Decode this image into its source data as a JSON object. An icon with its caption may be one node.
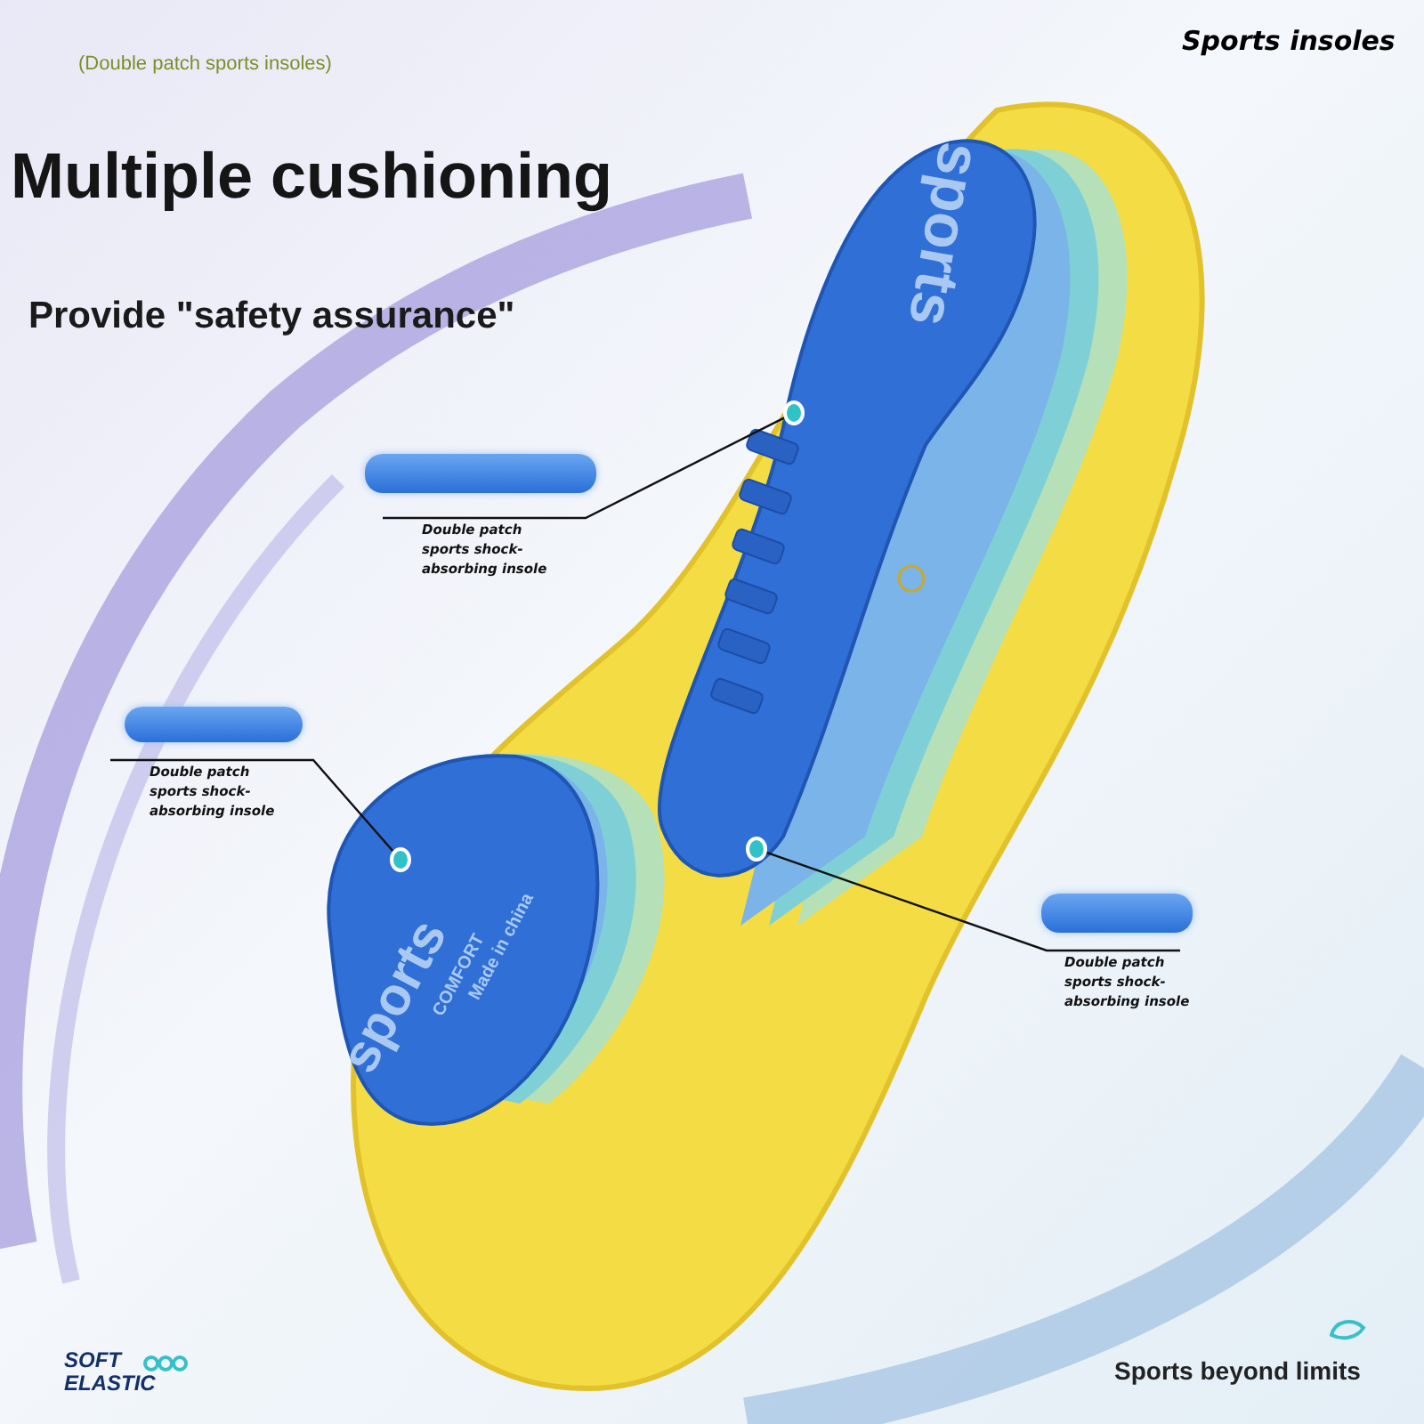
{
  "diagram": {
    "title": "Multiple cushioning",
    "nodes": [
      {
        "text": [
          "Double patch sports shock-absorbing insole"
        ]
      },
      {
        "text": [],
        "shape": "circle"
      },
      {
        "text": [
          "Double patch sports shock-absorbing insole"
        ]
      },
      {
        "text": [],
        "shape": "circle"
      },
      {
        "text": [
          "Double patch sports shock-absorbing insole"
        ]
      },
      {
        "text": [],
        "shape": "circle"
      },
      {
        "text": [],
        "shape": "bar"
      },
      {
        "text": [],
        "shape": "bar"
      },
      {
        "text": [],
        "shape": "bar"
      }
    ],
    "edges": [
      {
        "from": 0,
        "to": 1,
        "arrow": "none"
      },
      {
        "from": 2,
        "to": 3,
        "arrow": "none"
      },
      {
        "from": 4,
        "to": 5,
        "arrow": "none"
      }
    ],
    "labels": [
      "(Double patch sports insoles)",
      "Sports insoles",
      "Provide \"safety assurance\"",
      "sports",
      "sports",
      "COMFORT",
      "Made in china",
      "SOFT ELASTIC",
      "Sports beyond limits"
    ]
  }
}
